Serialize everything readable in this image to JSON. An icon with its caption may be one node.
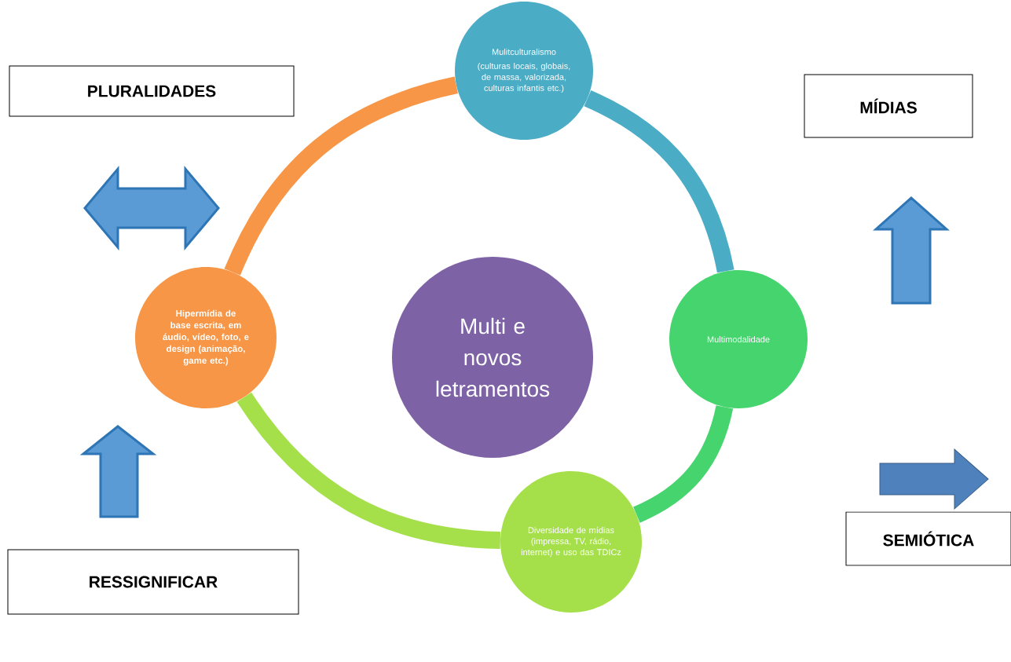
{
  "diagram": {
    "nodes": [
      {
        "text": [
          "Multi e novos letramentos"
        ]
      },
      {
        "text": [
          "Mulitculturalismo",
          "(culturas locais, globais, de massa, valorizada, culturas infantis etc.)"
        ]
      },
      {
        "text": [
          "Multimodalidade"
        ]
      },
      {
        "text": [
          "Diversidade de mídias (impressa, TV, rádio, internet) e uso das TDICz"
        ]
      },
      {
        "text": [
          "Hipermídia de base escrita, em áudio, vídeo, foto, e design (animação, game etc.)"
        ]
      },
      {
        "text": [
          "PLURALIDADES"
        ]
      },
      {
        "text": [
          "MÍDIAS"
        ]
      },
      {
        "text": [
          "SEMIÓTICA"
        ]
      },
      {
        "text": [
          "RESSIGNIFICAR"
        ]
      }
    ],
    "edges": [
      {
        "from": 1,
        "to": 2,
        "arrow": "none",
        "color": "#4bacc6"
      },
      {
        "from": 2,
        "to": 3,
        "arrow": "none",
        "color": "#46d46e"
      },
      {
        "from": 3,
        "to": 4,
        "arrow": "none",
        "color": "#a5e04a"
      },
      {
        "from": 4,
        "to": 1,
        "arrow": "none",
        "color": "#f79646"
      }
    ]
  }
}
